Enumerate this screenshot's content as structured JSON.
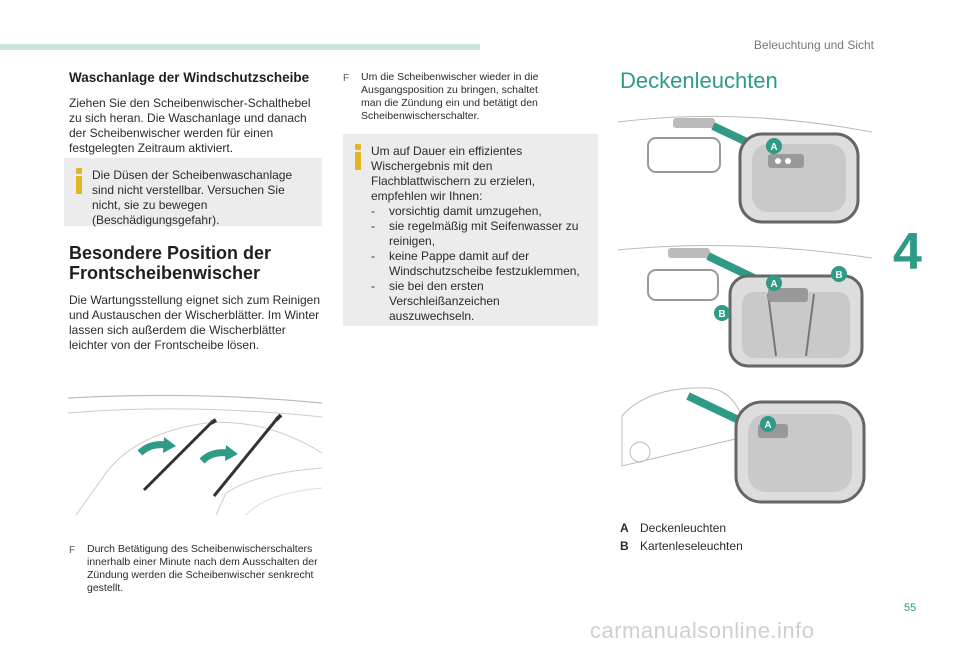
{
  "header": {
    "section": "Beleuchtung und Sicht",
    "chapter": "4",
    "page": "55"
  },
  "left": {
    "washer_heading": "Waschanlage der Windschutzscheibe",
    "washer_text": "Ziehen Sie den Scheibenwischer-Schalthebel zu sich heran. Die Waschanlage und danach der Scheibenwischer werden für einen festgelegten Zeitraum aktiviert.",
    "washer_note": "Die Düsen der Scheibenwaschanlage sind nicht verstellbar. Versuchen Sie nicht, sie zu bewegen (Beschädigungsgefahr).",
    "special_heading_1": "Besondere Position der",
    "special_heading_2": "Frontscheibenwischer",
    "special_text": "Die Wartungsstellung eignet sich zum Reinigen und Austauschen der Wischerblätter. Im Winter lassen sich außerdem die Wischerblätter leichter von der Frontscheibe lösen.",
    "step_text": "Durch Betätigung des Scheibenwischerschalters innerhalb einer Minute nach dem Ausschalten der Zündung werden die Scheibenwischer senkrecht gestellt."
  },
  "middle": {
    "step_text": "Um die Scheibenwischer wieder in die Ausgangsposition zu bringen, schaltet man die Zündung ein und betätigt den Scheibenwischerschalter.",
    "tip_intro": "Um auf Dauer ein effizientes Wischergebnis mit den Flachblattwischern zu erzielen, empfehlen wir Ihnen:",
    "tips": [
      "vorsichtig damit umzugehen,",
      "sie regelmäßig mit Seifenwasser zu reinigen,",
      "keine Pappe damit auf der Windschutzscheibe festzuklemmen,",
      "sie bei den ersten Verschleißanzeichen auszuwechseln."
    ],
    "dash": "-",
    "bullet": "F"
  },
  "right": {
    "title": "Deckenleuchten",
    "callouts": {
      "a": "A",
      "b": "B"
    },
    "legend": [
      {
        "key": "A",
        "label": "Deckenleuchten"
      },
      {
        "key": "B",
        "label": "Kartenleseleuchten"
      }
    ]
  },
  "watermark": "carmanualsonline.info",
  "colors": {
    "accent": "#2f9a86",
    "note_icon": "#e2b623",
    "box_bg": "#ececec"
  }
}
